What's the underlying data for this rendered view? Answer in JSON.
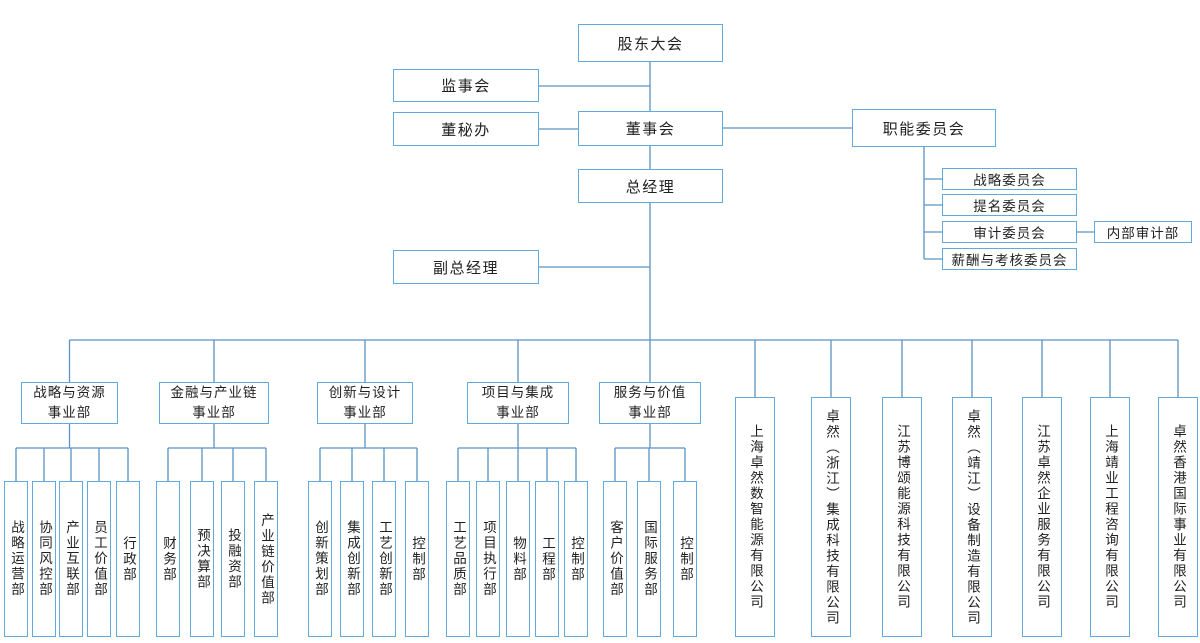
{
  "org": {
    "colors": {
      "line": "#5a93c4",
      "box_border": "#62a9dd",
      "text": "#212121"
    },
    "shareholders_meeting": "股东大会",
    "supervisory_board": "监事会",
    "board_secretary_office": "董秘办",
    "board_of_directors": "董事会",
    "functional_committees": "职能委员会",
    "general_manager": "总经理",
    "deputy_general_manager": "副总经理",
    "committees": [
      "战略委员会",
      "提名委员会",
      "审计委员会",
      "薪酬与考核委员会"
    ],
    "internal_audit_dept": "内部审计部",
    "divisions": [
      {
        "label": "战略与资源\n事业部",
        "departments": [
          "战略运营部",
          "协同风控部",
          "产业互联部",
          "员工价值部",
          "行政部"
        ]
      },
      {
        "label": "金融与产业链\n事业部",
        "departments": [
          "财务部",
          "预决算部",
          "投融资部",
          "产业链价值部"
        ]
      },
      {
        "label": "创新与设计\n事业部",
        "departments": [
          "创新策划部",
          "集成创新部",
          "工艺创新部",
          "控制部"
        ]
      },
      {
        "label": "项目与集成\n事业部",
        "departments": [
          "工艺品质部",
          "项目执行部",
          "物料部",
          "工程部",
          "控制部"
        ]
      },
      {
        "label": "服务与价值\n事业部",
        "departments": [
          "客户价值部",
          "国际服务部",
          "控制部"
        ]
      }
    ],
    "subsidiaries": [
      "上海卓然数智能源有限公司",
      "卓然（浙江）集成科技有限公司",
      "江苏博颂能源科技有限公司",
      "卓然（靖江）设备制造有限公司",
      "江苏卓然企业服务有限公司",
      "上海靖业工程咨询有限公司",
      "卓然香港国际事业有限公司"
    ]
  }
}
